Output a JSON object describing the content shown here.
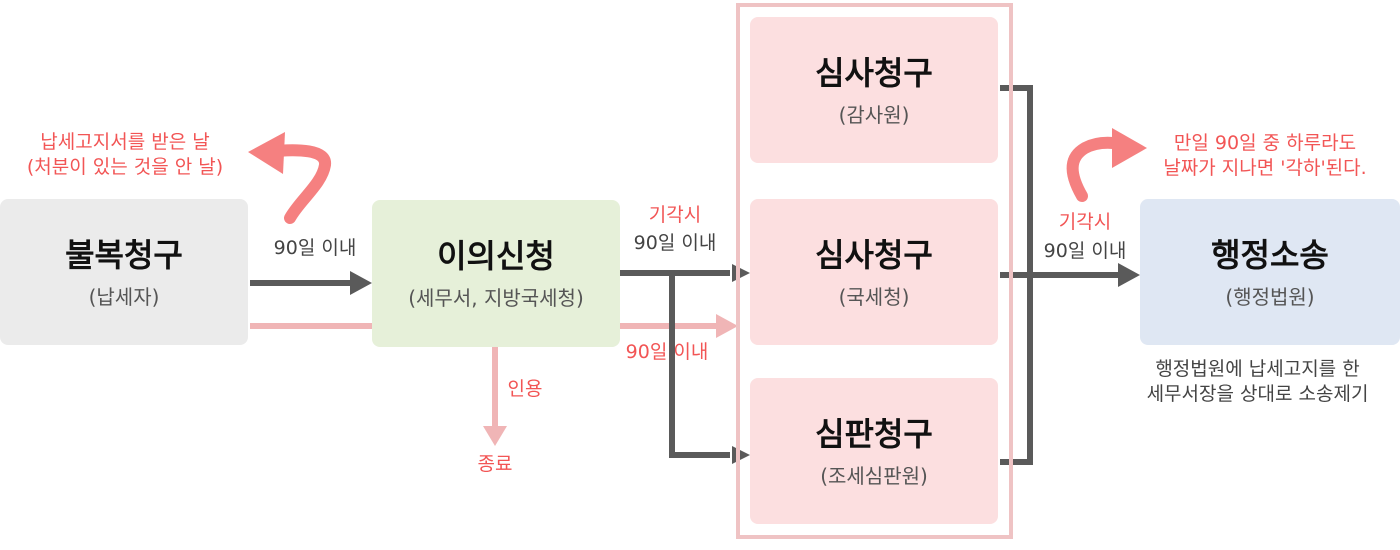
{
  "boxes": {
    "objection": {
      "title": "불복청구",
      "sub": "(납세자)"
    },
    "appeal": {
      "title": "이의신청",
      "sub": "(세무서, 지방국세청)"
    },
    "review_audit": {
      "title": "심사청구",
      "sub": "(감사원)"
    },
    "review_nts": {
      "title": "심사청구",
      "sub": "(국세청)"
    },
    "tribunal": {
      "title": "심판청구",
      "sub": "(조세심판원)"
    },
    "lawsuit": {
      "title": "행정소송",
      "sub": "(행정법원)"
    }
  },
  "labels": {
    "notice_line1": "납세고지서를 받은 날",
    "notice_line2": "(처분이 있는 것을 안 날)",
    "within90_a": "90일 이내",
    "dismiss_a": "기각시",
    "within90_b": "90일 이내",
    "within90_red": "90일 이내",
    "accepted": "인용",
    "end": "종료",
    "dismiss_b": "기각시",
    "within90_c": "90일 이내",
    "warn_line1": "만일 90일 중 하루라도",
    "warn_line2": "날짜가 지나면 '각하'된다.",
    "note_line1": "행정법원에 납세고지를 한",
    "note_line2": "세무서장을 상대로 소송제기"
  },
  "colors": {
    "dark_arrow": "#5a5a5a",
    "pink_arrow": "#f0b5b6",
    "curve_arrow": "#f58080",
    "accent_red": "#f25555"
  }
}
